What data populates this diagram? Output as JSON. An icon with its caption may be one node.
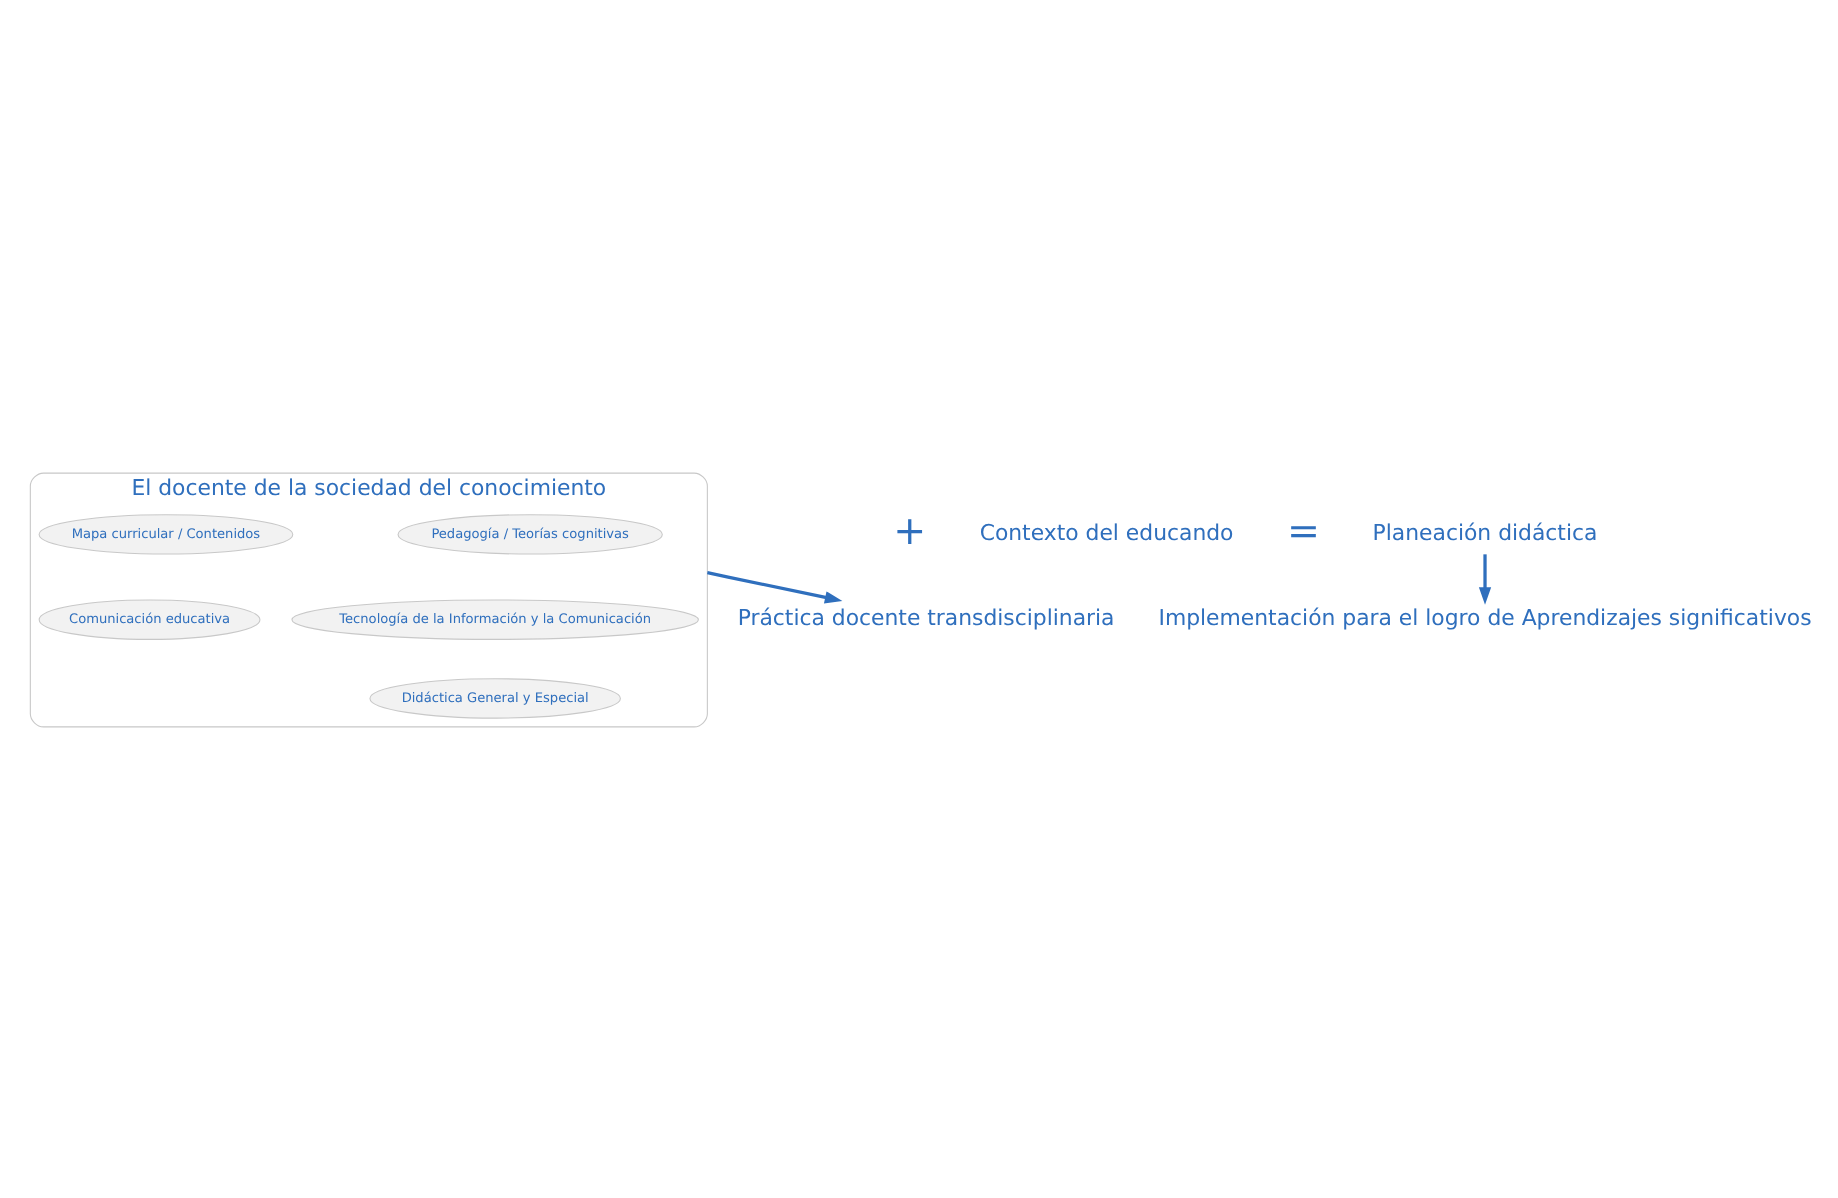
{
  "diagram": {
    "nodes": [
      {
        "text": [
          "El docente de la sociedad del conocimiento"
        ]
      },
      {
        "text": [
          "Pedagogía / Teorías cognitivas"
        ],
        "in": 0
      },
      {
        "text": [
          "Mapa curricular / Contenidos"
        ],
        "in": 0
      },
      {
        "text": [
          "Tecnología de la Información y la Comunicación"
        ],
        "in": 0
      },
      {
        "text": [
          "Comunicación educativa"
        ],
        "in": 0
      },
      {
        "text": [
          "Didáctica General y Especial"
        ],
        "in": 0
      },
      {
        "text": [
          "Práctica docente transdisciplinaria"
        ]
      },
      {
        "text": [
          "Contexto del educando"
        ]
      },
      {
        "text": [
          "Planeación didáctica"
        ]
      },
      {
        "text": [
          "Implementación para el logro de Aprendizajes significativos"
        ]
      }
    ],
    "edges": [
      {
        "from": 0,
        "to": 6,
        "arrow": "to"
      },
      {
        "from": 8,
        "to": 9,
        "arrow": "to"
      }
    ],
    "labels": [
      "+",
      "="
    ]
  }
}
